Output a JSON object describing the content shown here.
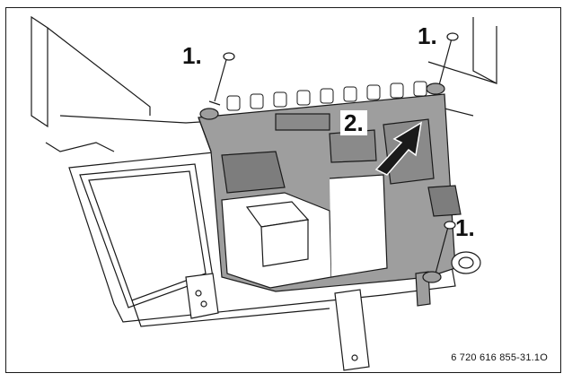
{
  "callouts": {
    "step_screw_top_left": "1.",
    "step_screw_top_right": "1.",
    "step_screw_bottom_right": "1.",
    "step_lift": "2."
  },
  "figure_code": "6 720 616 855-31.1O",
  "colors": {
    "module_fill": "#9e9e9e",
    "module_dark": "#7d7d7d",
    "outline": "#1a1a1a",
    "background": "#ffffff"
  },
  "icons": [
    "screw-icon",
    "lift-arrow-icon"
  ]
}
